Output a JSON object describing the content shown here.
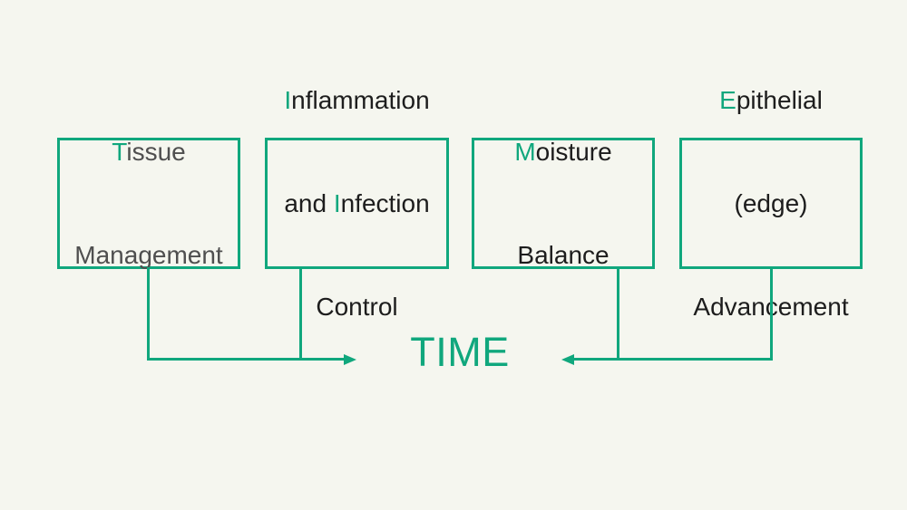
{
  "colors": {
    "background": "#f5f6ef",
    "accent": "#10a77d",
    "box1_text": "#4f4f4f",
    "box_text": "#1d1d1d"
  },
  "time_label": "TIME",
  "boxes": [
    {
      "id": "tissue-management",
      "lines": [
        [
          {
            "text": "T",
            "accent": true
          },
          {
            "text": "issue",
            "accent": false
          }
        ],
        [
          {
            "text": "Management",
            "accent": false
          }
        ]
      ]
    },
    {
      "id": "inflammation-and-infection-control",
      "lines": [
        [
          {
            "text": "I",
            "accent": true
          },
          {
            "text": "nflammation",
            "accent": false
          }
        ],
        [
          {
            "text": "and ",
            "accent": false
          },
          {
            "text": "I",
            "accent": true
          },
          {
            "text": "nfection",
            "accent": false
          }
        ],
        [
          {
            "text": "Control",
            "accent": false
          }
        ]
      ]
    },
    {
      "id": "moisture-balance",
      "lines": [
        [
          {
            "text": "M",
            "accent": true
          },
          {
            "text": "oisture",
            "accent": false
          }
        ],
        [
          {
            "text": "Balance",
            "accent": false
          }
        ]
      ]
    },
    {
      "id": "epithelial-edge-advancement",
      "lines": [
        [
          {
            "text": "E",
            "accent": true
          },
          {
            "text": "pithelial",
            "accent": false
          }
        ],
        [
          {
            "text": "(edge)",
            "accent": false
          }
        ],
        [
          {
            "text": "Advancement",
            "accent": false
          }
        ]
      ]
    }
  ]
}
